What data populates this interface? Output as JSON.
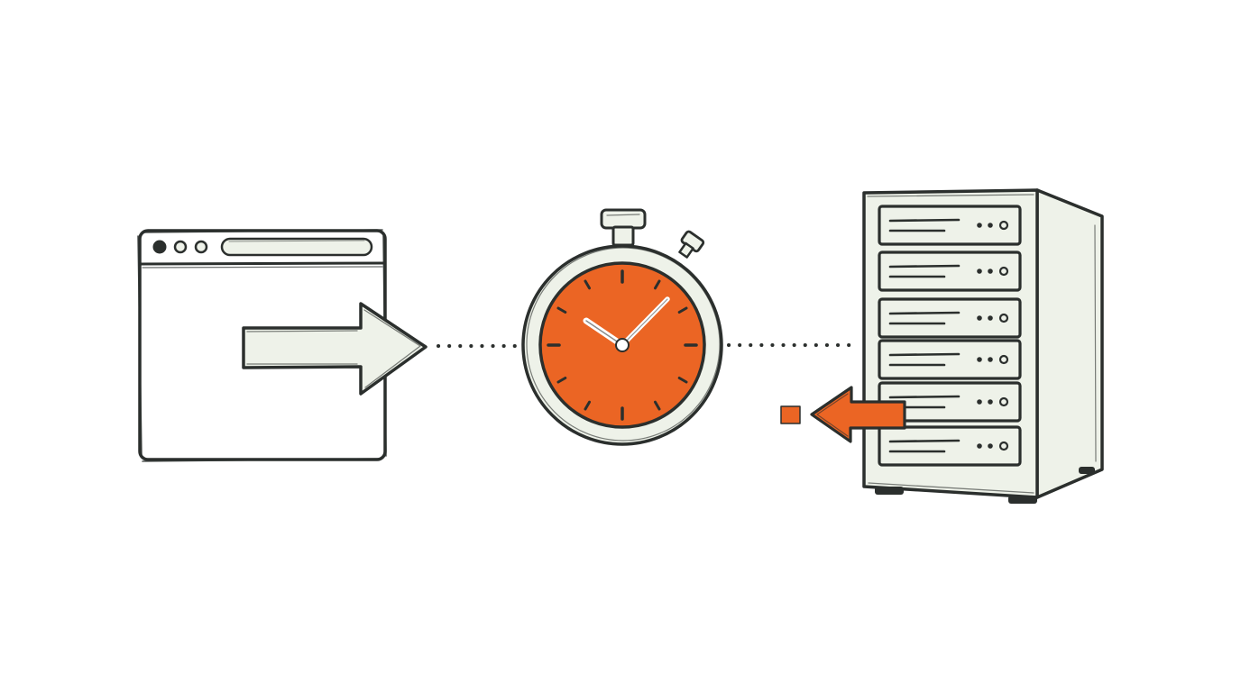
{
  "diagram": {
    "style": "hand-drawn sketch",
    "colors": {
      "ink": "#2b2f2d",
      "paper": "#eef2e9",
      "accent": "#eb6524",
      "background": "#ffffff"
    },
    "nodes": [
      {
        "id": "browser",
        "icon": "browser-window-icon",
        "label": ""
      },
      {
        "id": "timer",
        "icon": "stopwatch-icon",
        "label": ""
      },
      {
        "id": "server",
        "icon": "server-rack-icon",
        "label": ""
      }
    ],
    "flows": [
      {
        "id": "request",
        "from": "browser",
        "to": "timer",
        "icon": "arrow-right-icon",
        "color": "#eef2e9"
      },
      {
        "id": "response",
        "from": "server",
        "to": "timer",
        "icon": "arrow-left-icon",
        "color": "#eb6524"
      }
    ],
    "connectors": [
      {
        "from": "browser",
        "to": "timer",
        "style": "dotted"
      },
      {
        "from": "timer",
        "to": "server",
        "style": "dotted"
      }
    ]
  }
}
